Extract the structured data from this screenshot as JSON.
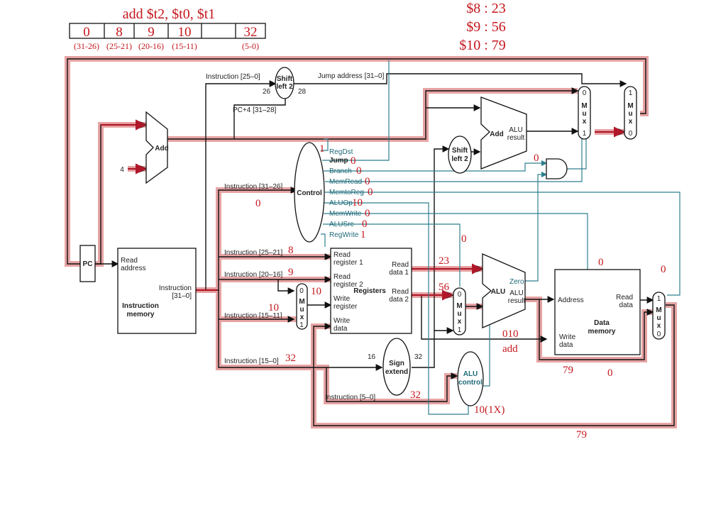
{
  "instruction": {
    "asm": "add $t2, $t0, $t1",
    "fields": [
      "0",
      "8",
      "9",
      "10",
      "",
      "32"
    ],
    "bit_ranges": [
      "(31-26)",
      "(25-21)",
      "(20-16)",
      "(15-11)",
      "(5-0)"
    ]
  },
  "register_values": [
    "$8 : 23",
    "$9 : 56",
    "$10 : 79"
  ],
  "blocks": {
    "pc": "PC",
    "add": "Add",
    "shift_left_2": [
      "Shift",
      "left 2"
    ],
    "control": "Control",
    "alu": "ALU",
    "alu_result": [
      "ALU",
      "result"
    ],
    "zero": "Zero",
    "sign_extend": [
      "Sign",
      "extend"
    ],
    "alu_control": [
      "ALU",
      "control"
    ],
    "registers": "Registers",
    "reg_ports": {
      "read_register_1": [
        "Read",
        "register 1"
      ],
      "read_register_2": [
        "Read",
        "register 2"
      ],
      "write_register": [
        "Write",
        "register"
      ],
      "write_data": [
        "Write",
        "data"
      ],
      "read_data_1": [
        "Read",
        "data 1"
      ],
      "read_data_2": [
        "Read",
        "data 2"
      ]
    },
    "instruction_memory": {
      "read_address": [
        "Read",
        "address"
      ],
      "instruction_out": [
        "Instruction",
        "[31–0]"
      ],
      "title": [
        "Instruction",
        "memory"
      ]
    },
    "data_memory": {
      "address": "Address",
      "read_data": [
        "Read",
        "data"
      ],
      "write_data": [
        "Write",
        "data"
      ],
      "title": [
        "Data",
        "memory"
      ]
    },
    "mux": [
      "M",
      "u",
      "x"
    ]
  },
  "wire_labels": {
    "instr_25_0": "Instruction [25–0]",
    "jump_address": "Jump address [31–0]",
    "pc4": "PC+4 [31–28]",
    "instr_31_26": "Instruction [31–26]",
    "instr_25_21": "Instruction [25–21]",
    "instr_20_16": "Instruction [20–16]",
    "instr_15_11": "Instruction [15–11]",
    "instr_15_0": "Instruction [15–0]",
    "instr_5_0": "Instruction [5–0]",
    "bits_26": "26",
    "bits_28": "28",
    "bits_16": "16",
    "bits_32": "32",
    "const_4": "4"
  },
  "control_signals": [
    {
      "name": "RegDst",
      "value": "1"
    },
    {
      "name": "Jump",
      "value": "0"
    },
    {
      "name": "Branch",
      "value": "0"
    },
    {
      "name": "MemRead",
      "value": "0"
    },
    {
      "name": "MemtoReg",
      "value": "0"
    },
    {
      "name": "ALUOp",
      "value": "10"
    },
    {
      "name": "MemWrite",
      "value": "0"
    },
    {
      "name": "ALUSrc",
      "value": "0"
    },
    {
      "name": "RegWrite",
      "value": "1"
    }
  ],
  "annotations": {
    "opcode_in": "0",
    "rs_in": "8",
    "rt_in": "9",
    "rd_in": "10",
    "rt_to_mux": "10",
    "funct_in": "32",
    "read_data_1": "23",
    "read_data_2": "56",
    "branch_and": "0",
    "alusrc_mux": "0",
    "zero": "0",
    "memtoreg_mux": "0",
    "alu_op_code": "010",
    "alu_op_name": "add",
    "alu_result": "79",
    "mem_read_data": "0",
    "funct_to_aluctl": "32",
    "aluop_to_aluctl": "10(1X)",
    "write_back": "79"
  }
}
